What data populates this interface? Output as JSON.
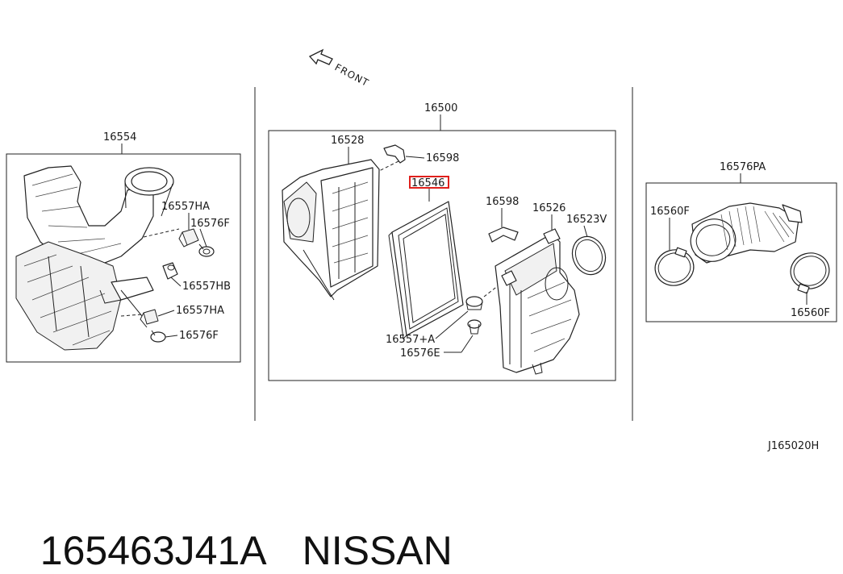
{
  "front_label": "FRONT",
  "diagram_code": "J165020H",
  "footer": {
    "part_number": "165463J41A",
    "brand": "NISSAN"
  },
  "highlight_color": "#e0201c",
  "groups": {
    "left": {
      "title": "16554"
    },
    "center": {
      "title": "16500"
    },
    "right": {
      "title": "16576PA"
    }
  },
  "labels": {
    "p16557ha_top": "16557HA",
    "p16576f_top": "16576F",
    "p16557hb": "16557HB",
    "p16557ha_bot": "16557HA",
    "p16576f_bot": "16576F",
    "p16528": "16528",
    "p16598_top": "16598",
    "p16546": "16546",
    "p16598_mid": "16598",
    "p16526": "16526",
    "p16523v": "16523V",
    "p16557a": "16557+A",
    "p16576e": "16576E",
    "p16560f_left": "16560F",
    "p16560f_right": "16560F"
  },
  "icons": {
    "front_arrow": "front-arrow-icon",
    "air_duct": "air-duct-icon",
    "air_box_lid": "air-box-lid-icon",
    "air_filter": "air-filter-icon",
    "air_box_lower": "air-box-lower-icon",
    "intake_hose": "intake-hose-icon",
    "hose_clamp": "hose-clamp-icon"
  }
}
